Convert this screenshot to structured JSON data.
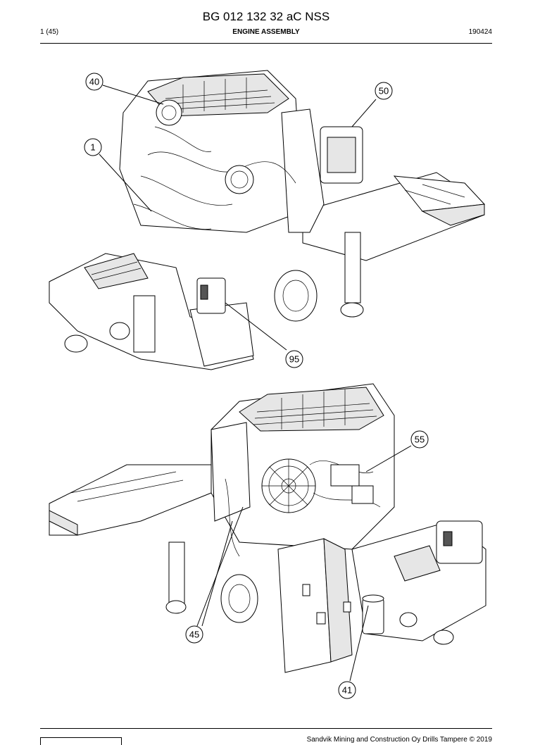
{
  "header": {
    "doc_title": "BG 012 132 32 aC NSS",
    "page_number": "1 (45)",
    "section_title": "ENGINE ASSEMBLY",
    "date": "190424"
  },
  "figure_top": {
    "callouts": [
      "40",
      "50",
      "1",
      "95"
    ]
  },
  "figure_bottom": {
    "callouts": [
      "55",
      "45",
      "41"
    ]
  },
  "footer": {
    "copyright": "Sandvik Mining and Construction Oy Drills Tampere © 2019"
  }
}
